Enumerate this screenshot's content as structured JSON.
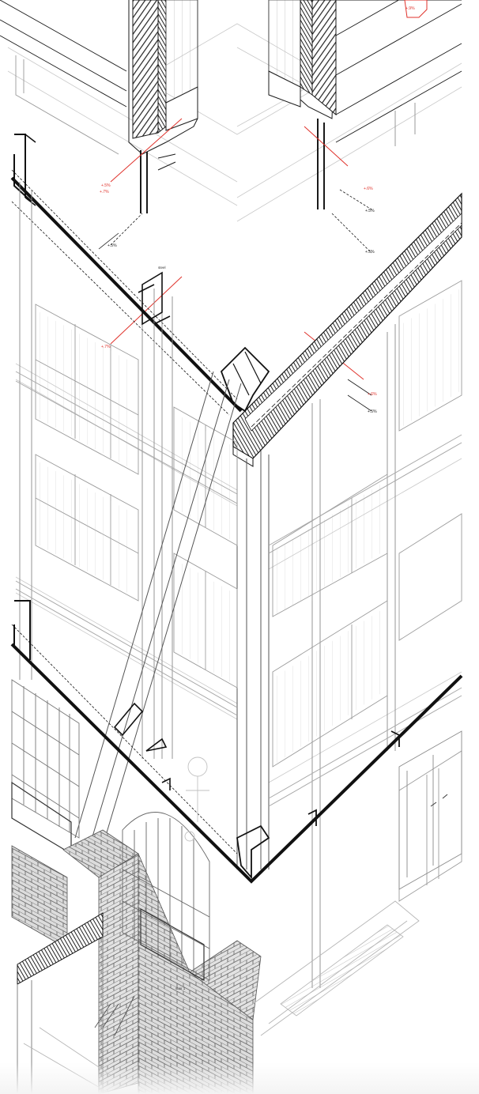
{
  "drawing": {
    "kind": "isometric wall section (axonometric construction detail)",
    "labels": {
      "dim_upper_left_a": "+.5%",
      "dim_upper_left_b": "+.7%",
      "dim_upper_left_c": "+.5%",
      "dim_upper_right_a": "+.6%",
      "dim_upper_right_b": "+.5%",
      "dim_mid_left": "+.7%",
      "dim_mid_left_b": "+.5%",
      "dim_mid_right_a": "+.6%",
      "dim_mid_right_b": "+.5%",
      "tag_top_right": "+.9%",
      "tag_steel": "steel",
      "tag_lower": "stair 1"
    },
    "colors": {
      "line": "#1a1a1a",
      "grey_line": "#9a9a9a",
      "light_line": "#c4c4c4",
      "dimension": "#e0322b",
      "brick_fill": "#d9d9d9",
      "hatch": "#2b2b2b"
    }
  }
}
